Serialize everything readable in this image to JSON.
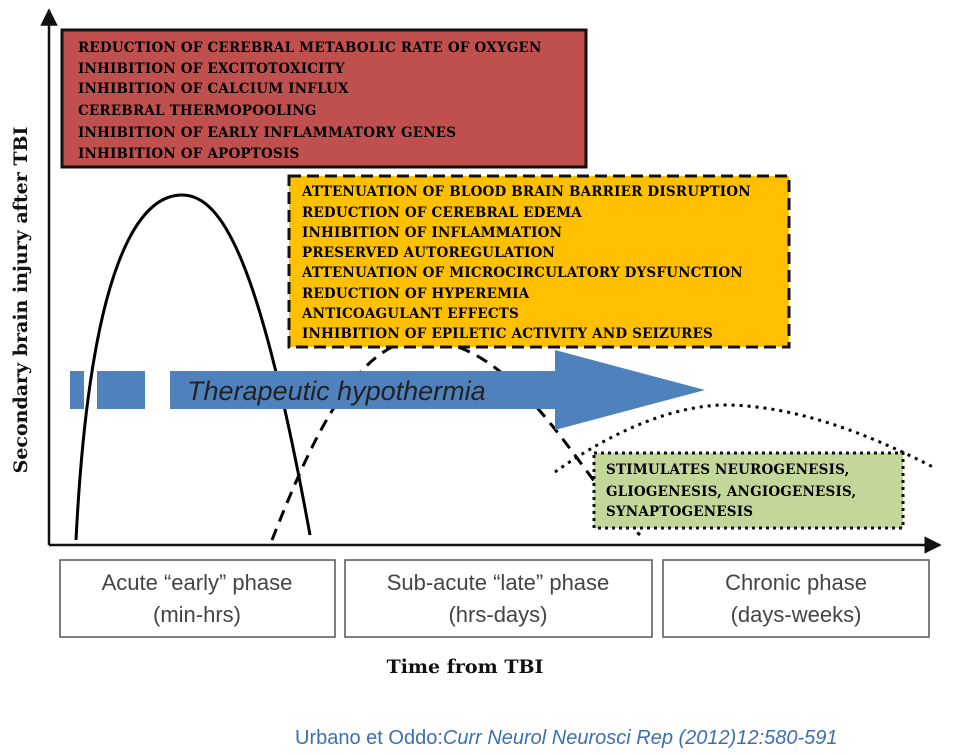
{
  "early_box": {
    "color": "#c0504d",
    "items": [
      "REDUCTION OF CEREBRAL METABOLIC RATE OF OXYGEN",
      "INHIBITION OF EXCITOTOXICITY",
      "INHIBITION OF CALCIUM INFLUX",
      "CEREBRAL THERMOPOOLING",
      "INHIBITION OF EARLY INFLAMMATORY  GENES",
      "INHIBITION OF APOPTOSIS"
    ]
  },
  "late_box": {
    "color": "#ffc000",
    "items": [
      "ATTENUATION OF BLOOD BRAIN BARRIER DISRUPTION",
      "REDUCTION OF CEREBRAL EDEMA",
      "INHIBITION OF INFLAMMATION",
      "PRESERVED AUTOREGULATION",
      "ATTENUATION OF MICROCIRCULATORY DYSFUNCTION",
      "REDUCTION OF HYPEREMIA",
      "ANTICOAGULANT  EFFECTS",
      "INHIBITION OF EPILETIC ACTIVITY AND SEIZURES"
    ]
  },
  "chronic_box": {
    "color": "#c4d79b",
    "items": [
      "STIMULATES NEUROGENESIS,",
      "GLIOGENESIS, ANGIOGENESIS,",
      "SYNAPTOGENESIS"
    ]
  },
  "arrow": {
    "label": "Therapeutic hypothermia",
    "color": "#4f81bd"
  },
  "phases": [
    {
      "line1": "Acute “early” phase",
      "line2": "(min-hrs)"
    },
    {
      "line1": "Sub-acute “late” phase",
      "line2": "(hrs-days)"
    },
    {
      "line1": "Chronic phase",
      "line2": "(days-weeks)"
    }
  ],
  "y_axis_label": "Secondary brain injury after TBI",
  "x_axis_label": "Time from TBI",
  "citation": {
    "authors": "Urbano et Oddo:",
    "journal": "Curr Neurol Neurosci Rep (2012)12:580-591"
  }
}
